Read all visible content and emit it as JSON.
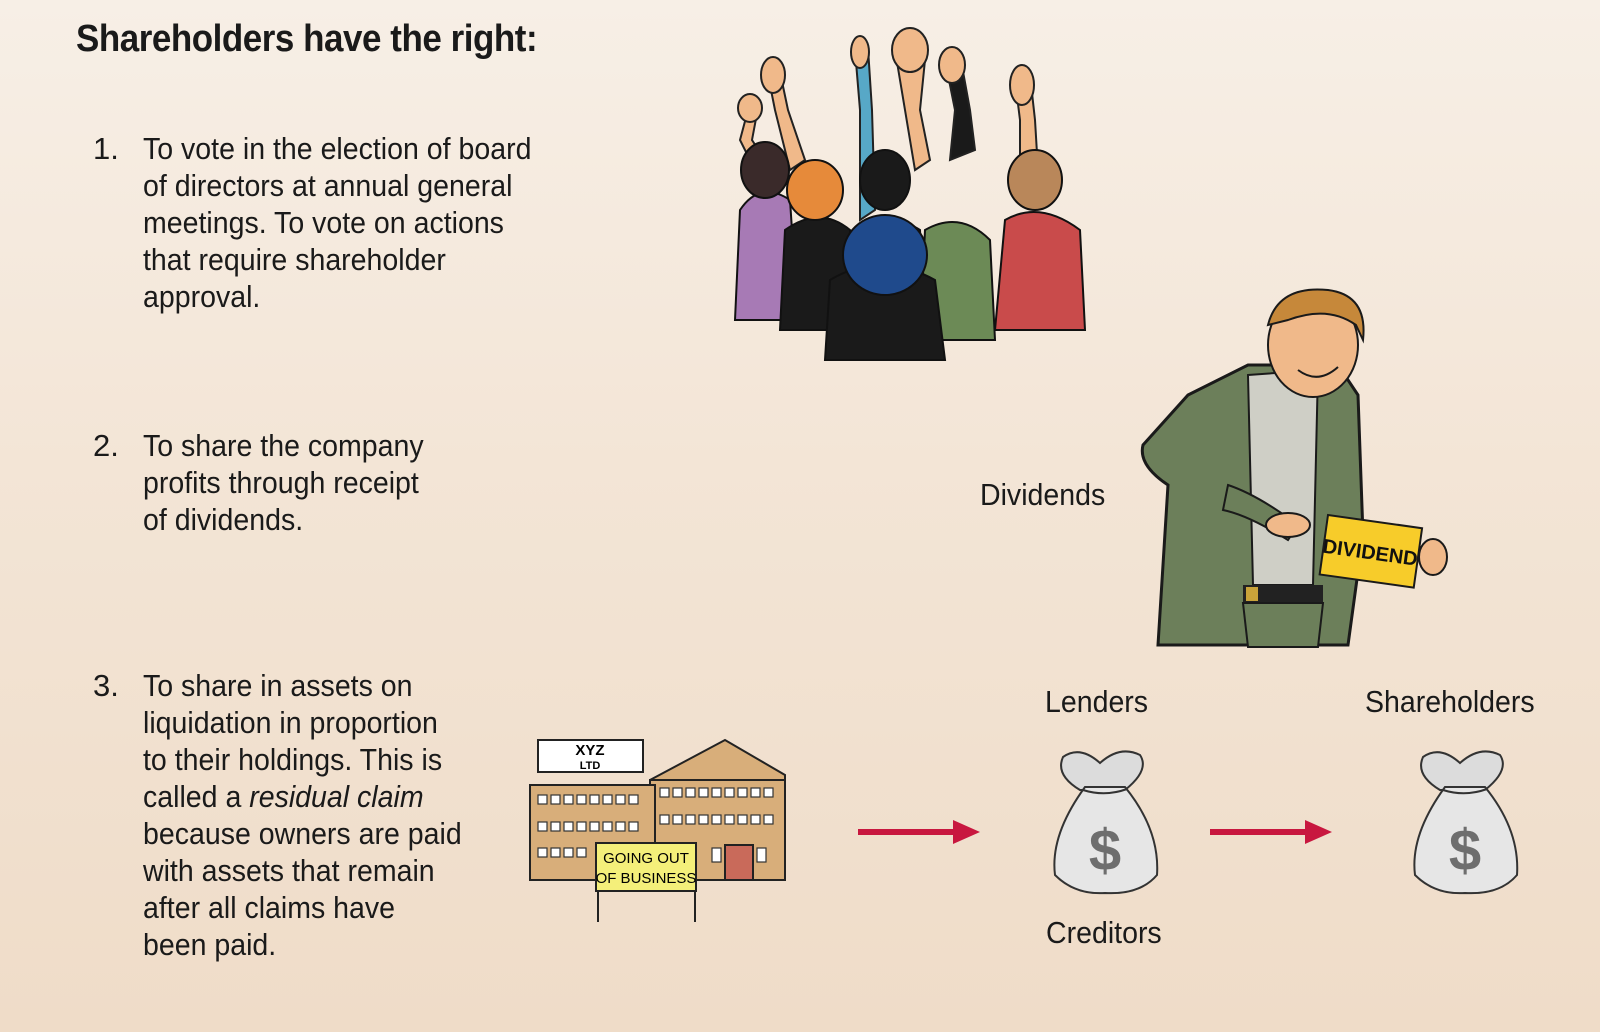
{
  "heading": "Shareholders have the right:",
  "items": [
    {
      "num": "1.",
      "lines": [
        "To vote in the election of board",
        "of directors at annual general",
        "meetings.  To vote on actions",
        "that require shareholder",
        "approval."
      ]
    },
    {
      "num": "2.",
      "lines": [
        "To share the company",
        "profits through receipt",
        "of dividends."
      ]
    },
    {
      "num": "3.",
      "pre": "To share in assets on",
      "lines": [
        "liquidation in proportion",
        "to their holdings.  This is"
      ],
      "called_prefix": "called a ",
      "called_em": "residual claim",
      "rest": [
        "because owners are paid",
        "with assets that remain",
        "after all claims have",
        "been paid."
      ]
    }
  ],
  "labels": {
    "dividends": "Dividends",
    "lenders": "Lenders",
    "shareholders": "Shareholders",
    "creditors": "Creditors"
  },
  "building": {
    "sign_top": "XYZ",
    "sign_bottom": "LTD",
    "banner_line1": "GOING OUT",
    "banner_line2": "OF BUSINESS"
  },
  "card_text": "DIVIDEND",
  "money_symbol": "$",
  "colors": {
    "arrow": "#c8173f",
    "banner": "#f4ef7a",
    "card": "#f7cc2a",
    "jacket": "#6c7f5a"
  }
}
